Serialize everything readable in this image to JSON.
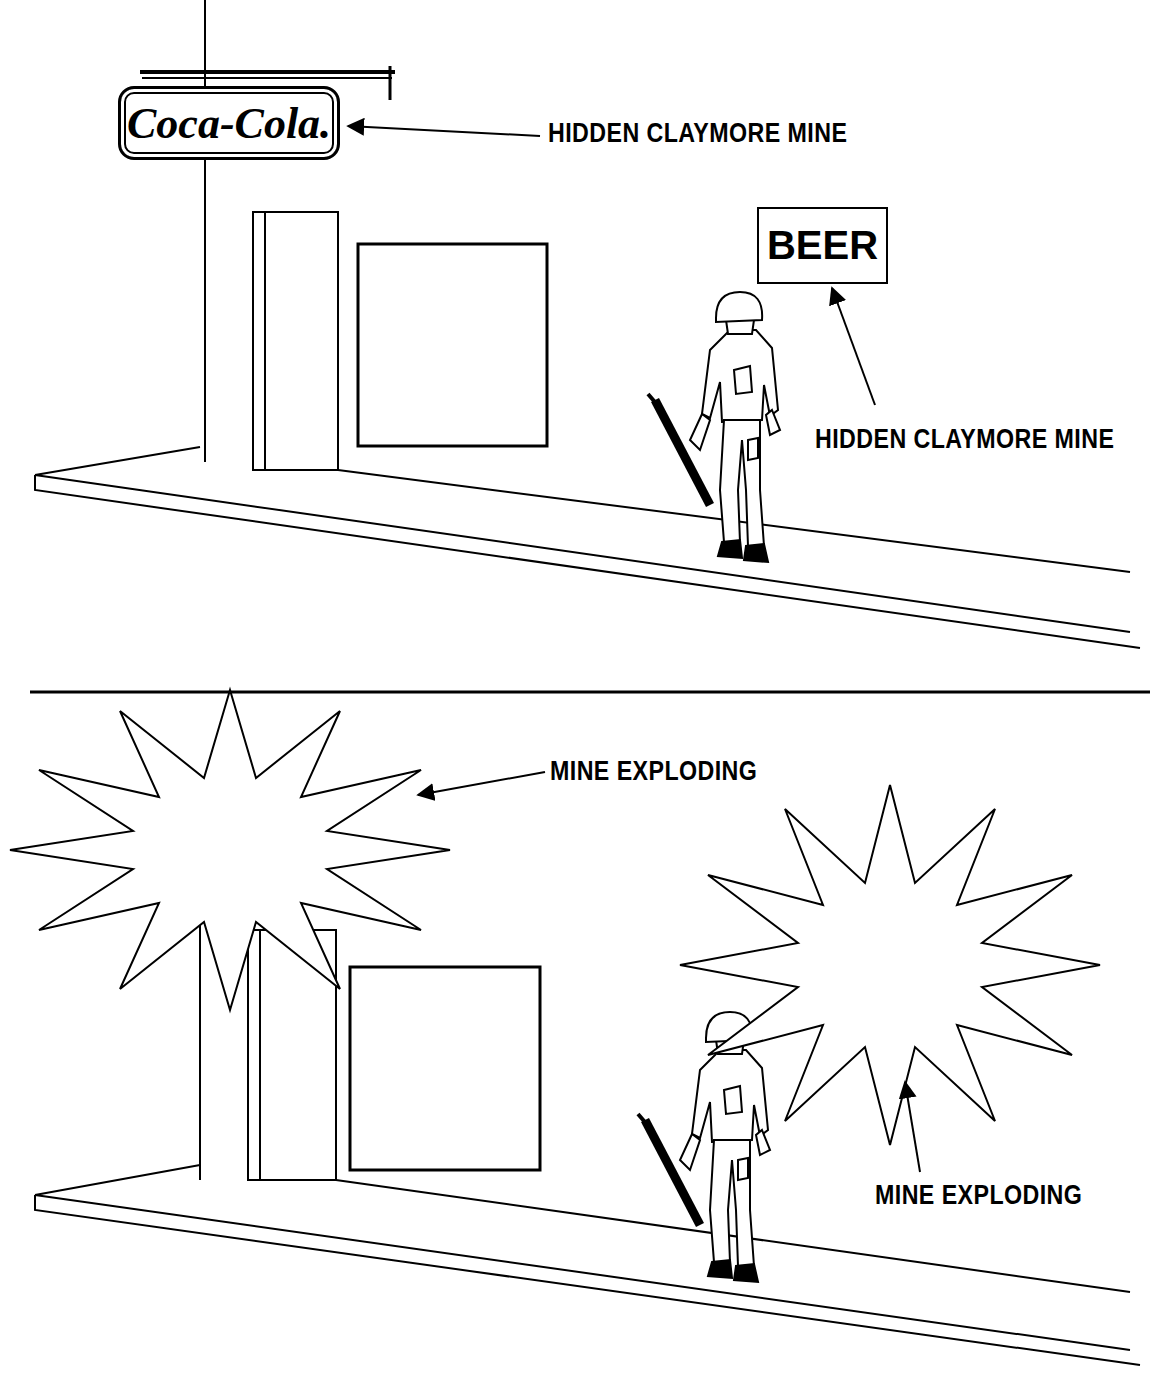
{
  "diagram": {
    "nodes": [
      {
        "text": [
          "Coca-Cola."
        ]
      },
      {
        "text": [
          "BEER"
        ]
      }
    ],
    "labels": [
      "HIDDEN CLAYMORE MINE",
      "HIDDEN CLAYMORE MINE",
      "MINE EXPLODING",
      "MINE EXPLODING"
    ]
  }
}
